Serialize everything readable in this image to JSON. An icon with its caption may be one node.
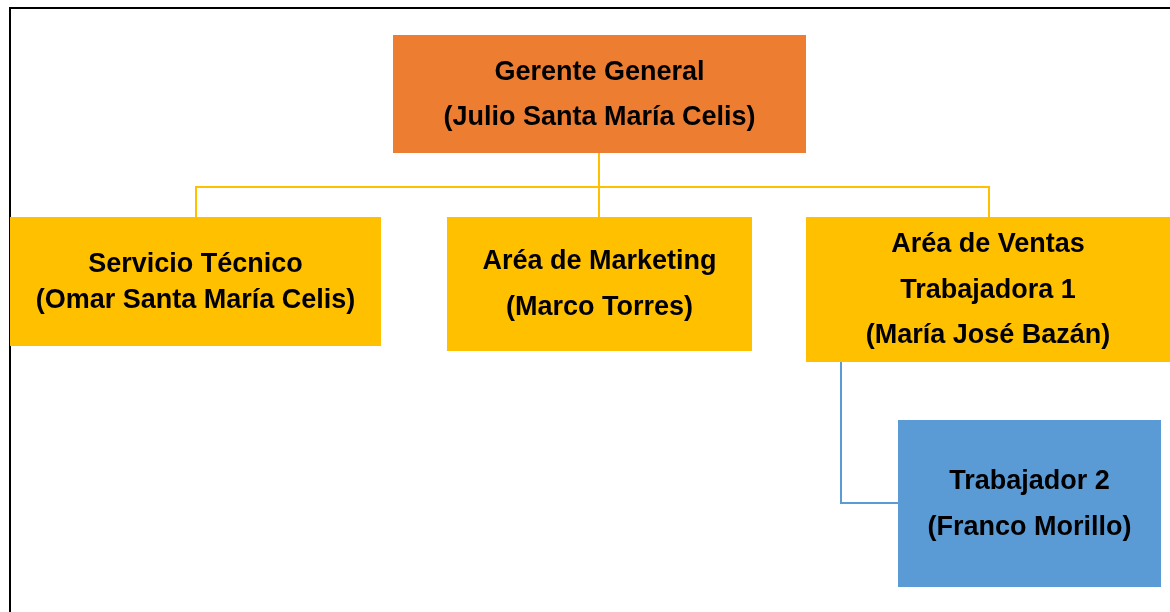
{
  "diagram": {
    "nodes": [
      {
        "text": [
          "Gerente General",
          "(Julio Santa María Celis)"
        ]
      },
      {
        "text": [
          "Servicio Técnico",
          "(Omar Santa María Celis)"
        ]
      },
      {
        "text": [
          "Aréa de Marketing",
          "(Marco Torres)"
        ]
      },
      {
        "text": [
          "Aréa de Ventas",
          "Trabajadora 1",
          "(María José Bazán)"
        ]
      },
      {
        "text": [
          "Trabajador 2",
          "(Franco Morillo)"
        ]
      }
    ],
    "edges": [
      {
        "from": 0,
        "to": 1,
        "arrow": "none"
      },
      {
        "from": 0,
        "to": 2,
        "arrow": "none"
      },
      {
        "from": 0,
        "to": 3,
        "arrow": "none"
      },
      {
        "from": 3,
        "to": 4,
        "arrow": "none",
        "color": "#5b9bd5"
      }
    ]
  }
}
